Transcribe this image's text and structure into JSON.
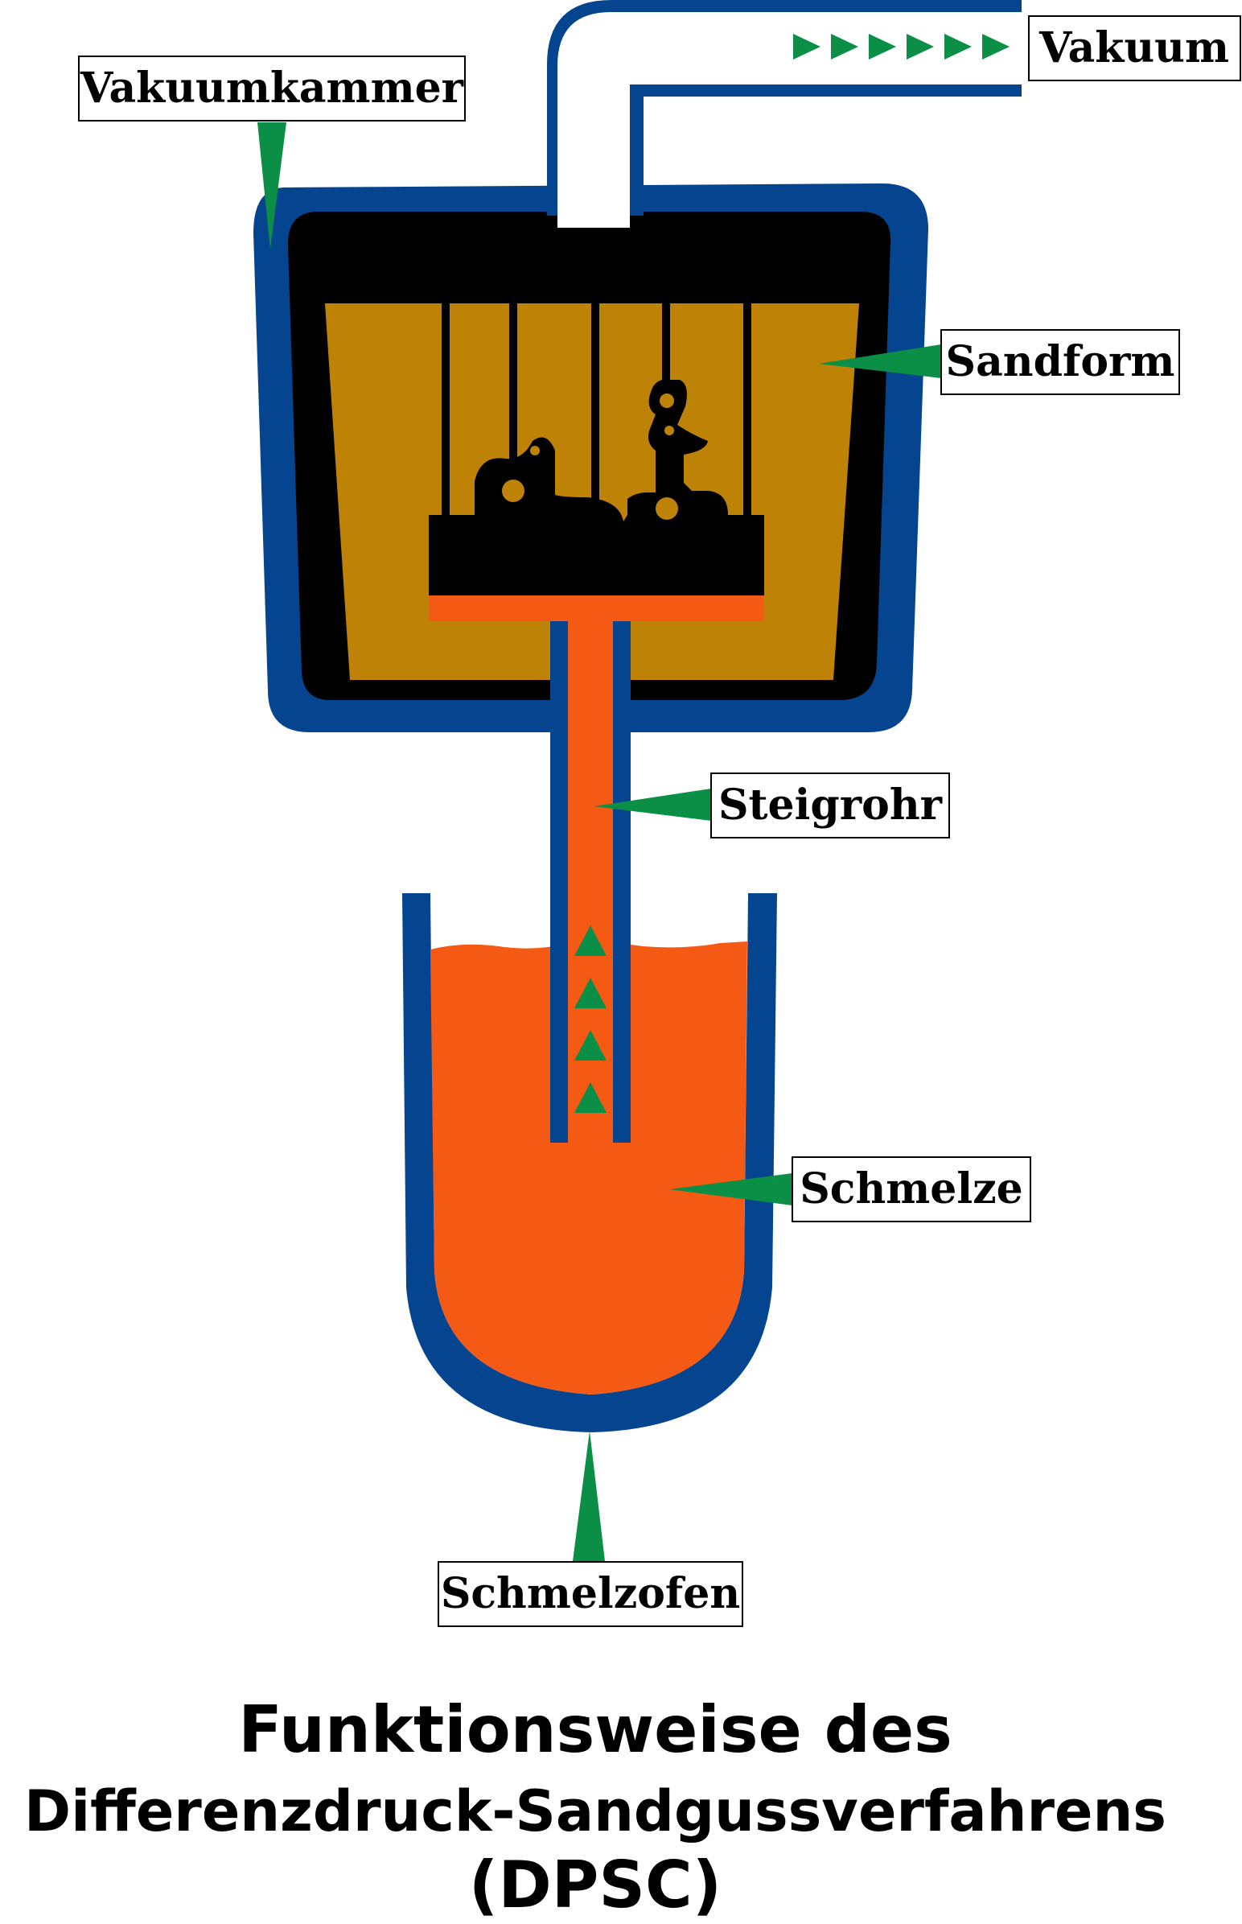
{
  "labels": {
    "vakuumkammer": "Vakuumkammer",
    "vakuum": "Vakuum",
    "sandform": "Sandform",
    "steigrohr": "Steigrohr",
    "schmelze": "Schmelze",
    "schmelzofen": "Schmelzofen"
  },
  "title": {
    "line1": "Funktionsweise des",
    "line2": "Differenzdruck-Sandgussverfahrens",
    "line3": "(DPSC)"
  },
  "colors": {
    "blue": "#05448f",
    "black": "#000000",
    "sand": "#bd8206",
    "melt": "#f55a14",
    "green": "#0b8f47",
    "white": "#ffffff"
  }
}
